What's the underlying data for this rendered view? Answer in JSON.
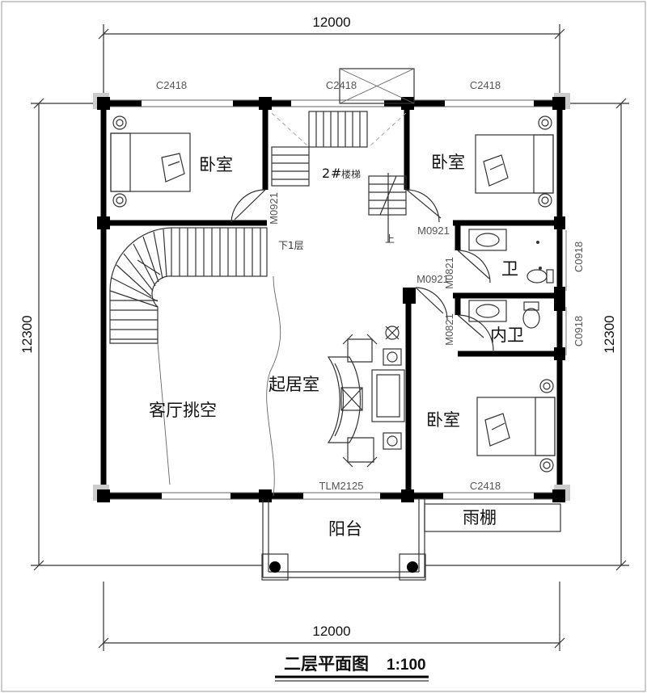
{
  "dimensions": {
    "top": "12000",
    "bottom": "12000",
    "left": "12300",
    "right": "12300"
  },
  "window_codes": {
    "top_left": "C2418",
    "top_center": "C2418",
    "top_right": "C2418",
    "bottom_right": "C2418",
    "right_upper": "C0918",
    "right_lower": "C0918"
  },
  "door_codes": {
    "left_bedroom": "M0921",
    "right_bedroom_upper": "M0921",
    "center": "M0921",
    "bath_upper": "M0821",
    "bath_lower": "M0821",
    "balcony_door": "TLM2125"
  },
  "rooms": {
    "bedroom_top_left": "卧室",
    "bedroom_top_right": "卧室",
    "bedroom_bottom_right": "卧室",
    "living_void": "客厅挑空",
    "family_room": "起居室",
    "bathroom": "卫",
    "ensuite": "内卫",
    "balcony": "阳台",
    "canopy": "雨棚"
  },
  "stair": {
    "number": "2",
    "hash": "#",
    "label": "楼梯",
    "down_label": "下1层",
    "up_label": "上"
  },
  "title": {
    "text": "二层平面图",
    "scale": "1:100"
  }
}
